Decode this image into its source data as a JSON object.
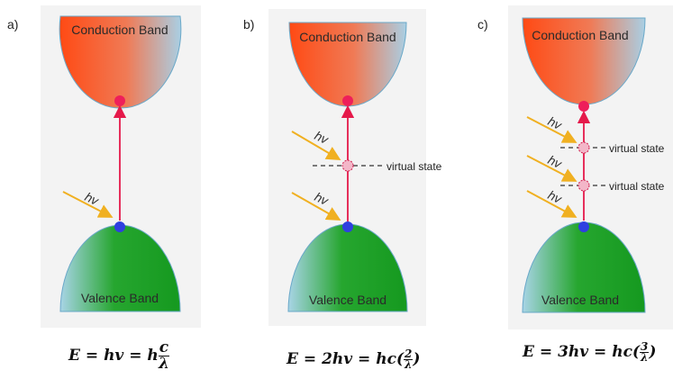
{
  "panels": [
    {
      "label": "a)",
      "conduction": "Conduction Band",
      "valence": "Valence Band",
      "photon": "hv",
      "virtual": [],
      "equation": {
        "lhs": "E",
        "mid": "hv",
        "rhs_prefix": "h",
        "num": "c",
        "den": "λ"
      }
    },
    {
      "label": "b)",
      "conduction": "Conduction Band",
      "valence": "Valence Band",
      "photon": "hv",
      "virtual": [
        "virtual state"
      ],
      "equation": {
        "lhs": "E",
        "mid": "2hv",
        "rhs_prefix": "hc(",
        "num": "2",
        "den": "λ",
        "close": ")"
      }
    },
    {
      "label": "c)",
      "conduction": "Conduction Band",
      "valence": "Valence Band",
      "photon": "hv",
      "virtual": [
        "virtual state",
        "virtual state"
      ],
      "equation": {
        "lhs": "E",
        "mid": "3hv",
        "rhs_prefix": "hc(",
        "num": "3",
        "den": "λ",
        "close": ")"
      }
    }
  ],
  "colors": {
    "conduction_start": "#ff4a14",
    "conduction_end": "#a9cfe4",
    "valence_start": "#a8d4e6",
    "valence_end": "#15991f",
    "transition": "#e5194a",
    "electron": "#ee1f5a",
    "hole": "#2f3fe0",
    "photon": "#f0b021",
    "panel_bg": "#f3f3f3"
  }
}
